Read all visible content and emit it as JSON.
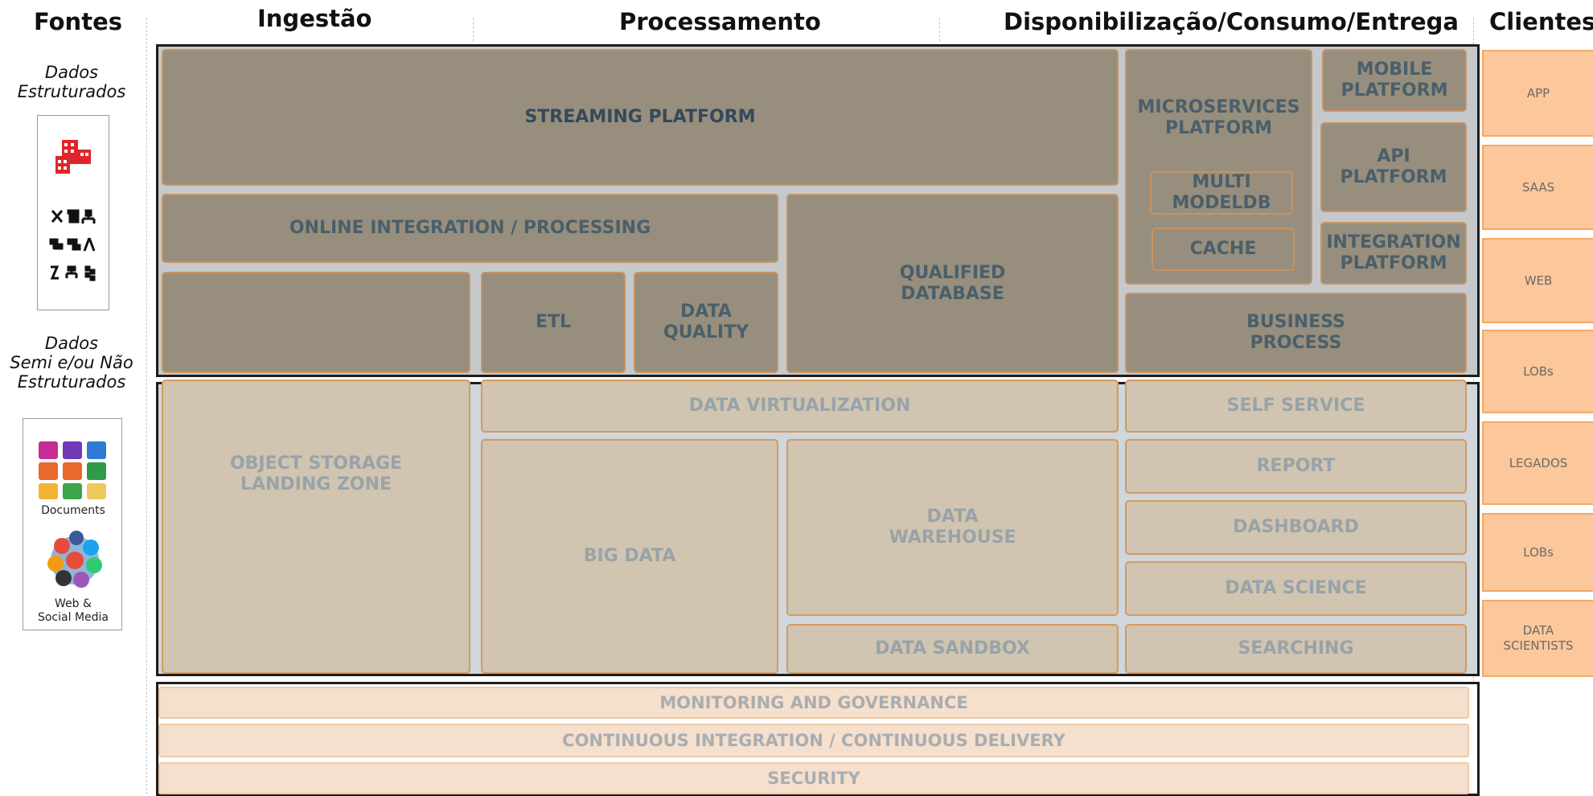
{
  "columns": {
    "fontes": "Fontes",
    "ingestao": "Ingestão",
    "processamento": "Processamento",
    "disponibilizacao": "Disponibilização/Consumo/Entrega",
    "clientes": "Clientes"
  },
  "sources": {
    "structured": "Dados\nEstruturados",
    "semi": "Dados\nSemi e/ou Não\nEstruturados",
    "documents": "Documents",
    "web_social": "Web &\nSocial Media"
  },
  "top_layer": {
    "streaming": "STREAMING PLATFORM",
    "online_integration": "ONLINE INTEGRATION / PROCESSING",
    "etl": "ETL",
    "data_quality": "DATA\nQUALITY",
    "qualified_db": "QUALIFIED\nDATABASE",
    "microservices": "MICROSERVICES\nPLATFORM",
    "multi_modeldb": "MULTI\nMODELDB",
    "cache": "CACHE",
    "mobile": "MOBILE\nPLATFORM",
    "api": "API\nPLATFORM",
    "integration": "INTEGRATION\nPLATFORM",
    "business": "BUSINESS\nPROCESS"
  },
  "bottom_layer": {
    "object_storage": "OBJECT STORAGE\nLANDING ZONE",
    "data_virtualization": "DATA VIRTUALIZATION",
    "big_data": "BIG DATA",
    "data_warehouse": "DATA\nWAREHOUSE",
    "data_sandbox": "DATA SANDBOX",
    "self_service": "SELF SERVICE",
    "report": "REPORT",
    "dashboard": "DASHBOARD",
    "data_science": "DATA SCIENCE",
    "searching": "SEARCHING"
  },
  "governance": {
    "monitoring": "MONITORING AND GOVERNANCE",
    "cicd": "CONTINUOUS INTEGRATION / CONTINUOUS DELIVERY",
    "security": "SECURITY"
  },
  "clients": [
    "APP",
    "SAAS",
    "WEB",
    "LOBs",
    "LEGADOS",
    "LOBs",
    "DATA\nSCIENTISTS"
  ],
  "colors": {
    "dark_box": "#978e7d",
    "light_box": "#d1c4b0",
    "client_box": "#fcc79a",
    "governance_bar": "#f5dfcd",
    "frame": "#1d1d1d"
  },
  "icons": {
    "structured_sources": [
      "buildings-icon",
      "org-chart-icons"
    ],
    "documents": "office-documents-icon",
    "social": "social-media-cluster-icon"
  }
}
